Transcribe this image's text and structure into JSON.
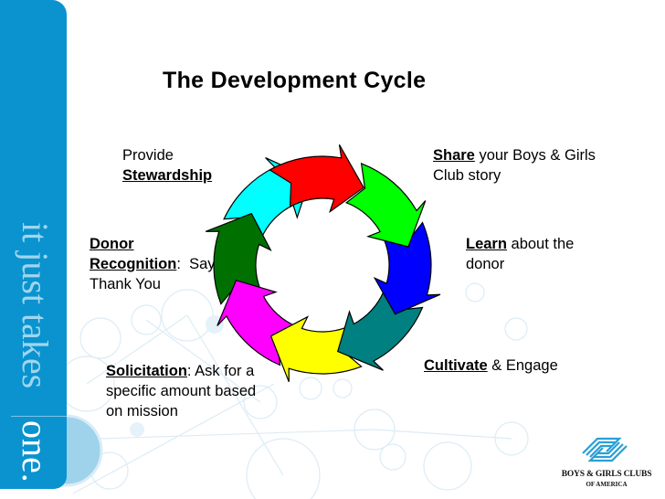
{
  "slide": {
    "title": "The Development Cycle",
    "sidebar": {
      "phrase_light": "it just takes",
      "phrase_white": "one.",
      "color": "#0a93cf"
    },
    "labels": {
      "stewardship": {
        "prefix": "Provide",
        "keyword": "Stewardship",
        "suffix": ""
      },
      "share": {
        "keyword": "Share",
        "suffix": " your Boys & Girls Club story"
      },
      "learn": {
        "keyword": "Learn",
        "suffix": " about the donor"
      },
      "cultivate": {
        "keyword": "Cultivate",
        "suffix": " & Engage"
      },
      "solicitation": {
        "keyword": "Solicitation",
        "suffix": ": Ask for a specific amount based on mission"
      },
      "donor_recognition": {
        "keyword": "Donor Recognition",
        "suffix": ":  Say Thank You"
      }
    },
    "cycle": {
      "segments": [
        {
          "name": "share-arrow",
          "color": "#ff0000",
          "center_deg": -92
        },
        {
          "name": "learn-arrow",
          "color": "#00ff00",
          "center_deg": -42
        },
        {
          "name": "cultivate-arrow-blue",
          "color": "#0000ff",
          "center_deg": 4
        },
        {
          "name": "cultivate-arrow-teal",
          "color": "#008080",
          "center_deg": 50
        },
        {
          "name": "solicitation-arrow",
          "color": "#ffff00",
          "center_deg": 96
        },
        {
          "name": "recognition-arrow-magenta",
          "color": "#ff00ff",
          "center_deg": 140
        },
        {
          "name": "recognition-arrow-green",
          "color": "#007000",
          "center_deg": 186
        },
        {
          "name": "stewardship-arrow",
          "color": "#00ffff",
          "center_deg": 232
        }
      ]
    },
    "logo": {
      "name": "BOYS & GIRLS CLUBS",
      "sub": "OF AMERICA",
      "color": "#2a9fd6"
    }
  }
}
